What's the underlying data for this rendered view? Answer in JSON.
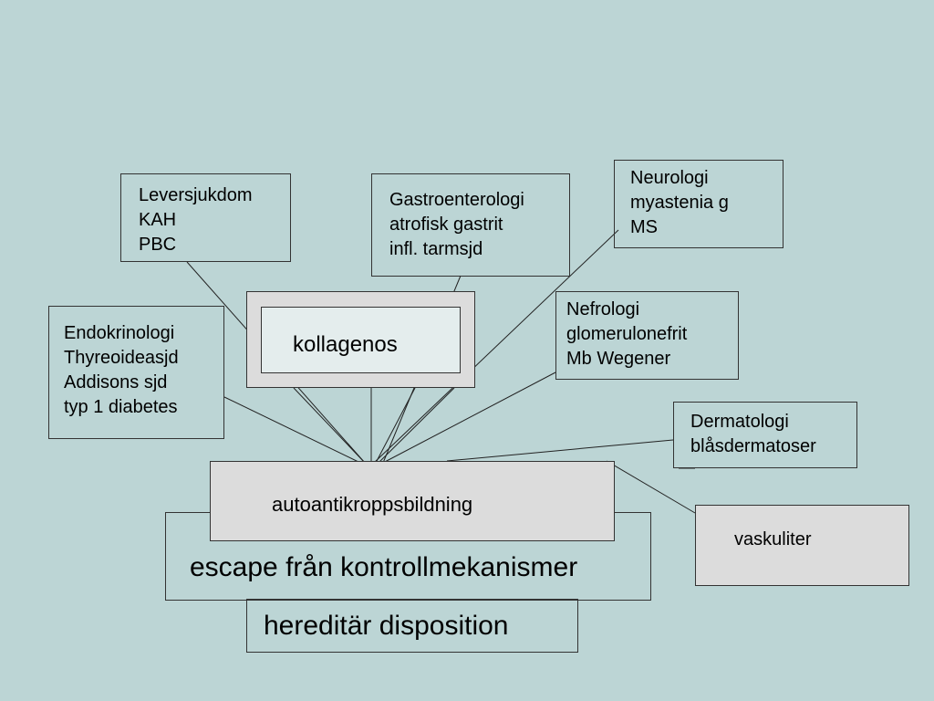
{
  "colors": {
    "background": "#bcd5d5",
    "box_fill": "#dcdcdc",
    "inner_fill": "#e4eded",
    "line": "#222222"
  },
  "diagram": {
    "leversjukdom": [
      "Leversjukdom",
      "KAH",
      "PBC"
    ],
    "gastro": [
      "Gastroenterologi",
      "atrofisk gastrit",
      "infl. tarmsjd"
    ],
    "neurologi": [
      "Neurologi",
      "myastenia g",
      "MS"
    ],
    "endokrinologi": [
      "Endokrinologi",
      "Thyreoideasjd",
      "Addisons sjd",
      "typ 1 diabetes"
    ],
    "nefrologi": [
      "Nefrologi",
      "glomerulonefrit",
      "Mb Wegener"
    ],
    "dermatologi": [
      "Dermatologi",
      "blåsdermatoser"
    ],
    "kollagenos": "kollagenos",
    "vaskuliter": "vaskuliter",
    "autoantikropp": "autoantikroppsbildning",
    "escape": "escape från kontrollmekanismer",
    "hereditar": "hereditär disposition"
  }
}
